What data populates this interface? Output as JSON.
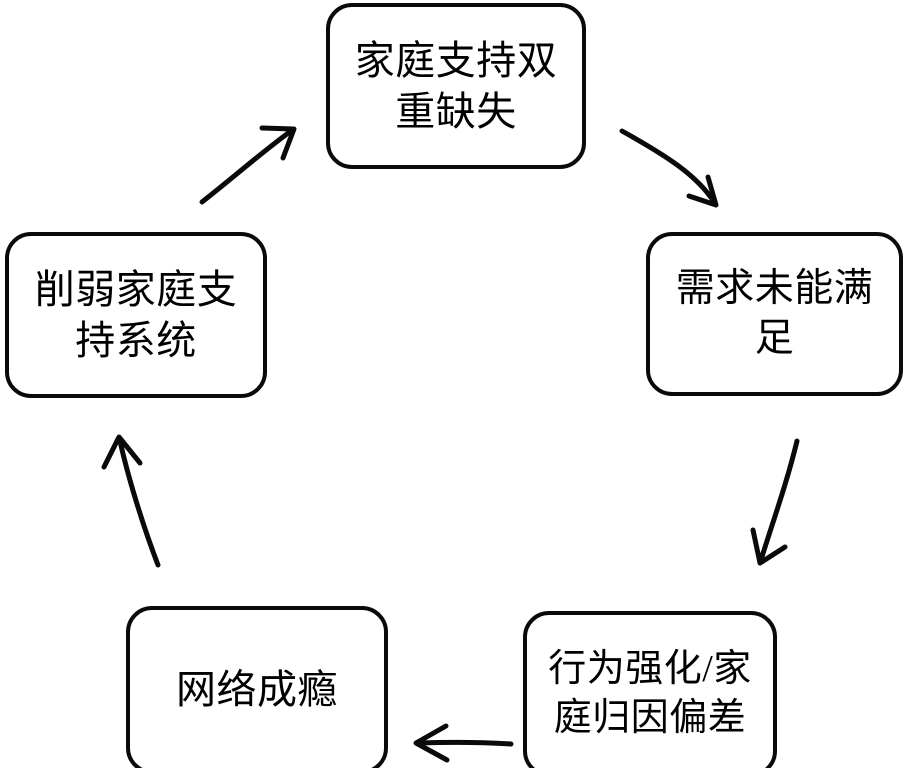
{
  "diagram": {
    "title": "",
    "type": "cycle-flowchart",
    "direction": "clockwise",
    "colors": {
      "stroke": "#0a0a0a",
      "fill": "#ffffff",
      "background": "#ffffff",
      "text": "#000000"
    },
    "nodes": [
      {
        "id": "node-top",
        "label": "家庭支持双\n重缺失",
        "position": "top"
      },
      {
        "id": "node-right",
        "label": "需求未能满\n足",
        "position": "right"
      },
      {
        "id": "node-bottom-right",
        "label": "行为强化/家\n庭归因偏差",
        "position": "bottom-right"
      },
      {
        "id": "node-bottom-left",
        "label": "网络成瘾",
        "position": "bottom-left"
      },
      {
        "id": "node-left",
        "label": "削弱家庭支\n持系统",
        "position": "left"
      }
    ],
    "edges": [
      {
        "id": "edge-top-to-right",
        "from": "node-top",
        "to": "node-right",
        "label": "",
        "style": "curved-arrow"
      },
      {
        "id": "edge-right-to-bottom-right",
        "from": "node-right",
        "to": "node-bottom-right",
        "label": "",
        "style": "curved-arrow"
      },
      {
        "id": "edge-bottom-right-to-bottom-left",
        "from": "node-bottom-right",
        "to": "node-bottom-left",
        "label": "",
        "style": "straight-arrow"
      },
      {
        "id": "edge-bottom-left-to-left",
        "from": "node-bottom-left",
        "to": "node-left",
        "label": "",
        "style": "curved-arrow"
      },
      {
        "id": "edge-left-to-top",
        "from": "node-left",
        "to": "node-top",
        "label": "",
        "style": "curved-arrow"
      }
    ]
  }
}
